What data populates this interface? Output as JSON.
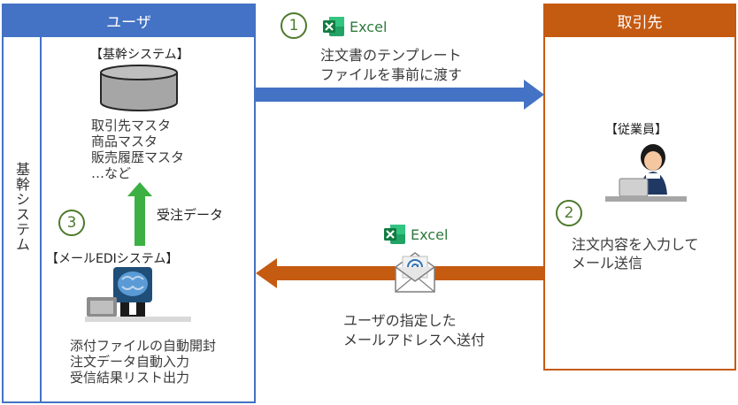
{
  "user": {
    "header": "ユーザ",
    "side_label": "基幹システム",
    "core_system": {
      "title": "【基幹システム】",
      "masters": [
        "取引先マスタ",
        "商品マスタ",
        "販売履歴マスタ",
        "…など"
      ]
    },
    "edi_system": {
      "title": "【メールEDIシステム】",
      "functions": [
        "添付ファイルの自動開封",
        "注文データ自動入力",
        "受信結果リスト出力"
      ]
    },
    "step3": {
      "number": "3",
      "label": "受注データ"
    }
  },
  "partner": {
    "header": "取引先",
    "employee_title": "【従業員】",
    "step2": {
      "number": "2",
      "lines": [
        "注文内容を入力して",
        "メール送信"
      ]
    }
  },
  "step1": {
    "number": "1",
    "excel_label": "Excel",
    "lines": [
      "注文書のテンプレート",
      "ファイルを事前に渡す"
    ]
  },
  "mail_flow": {
    "excel_label": "Excel",
    "lines": [
      "ユーザの指定した",
      "メールアドレスへ送付"
    ]
  },
  "colors": {
    "user_blue": "#4472c4",
    "partner_orange": "#c55a11",
    "arrow_blue": "#4472c4",
    "arrow_orange": "#c55a11",
    "arrow_green": "#3cb043",
    "step_green": "#4e7a2c",
    "excel_green": "#1e7145"
  }
}
